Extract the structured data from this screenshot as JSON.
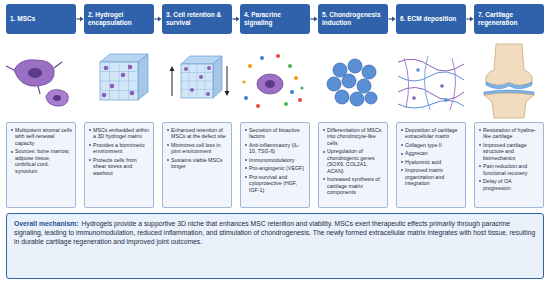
{
  "diagram": {
    "nodes": [
      {
        "text": [
          "1. MSCs"
        ]
      },
      {
        "text": [
          "2. Hydrogel encapsulation"
        ]
      },
      {
        "text": [
          "3. Cell retention & survival"
        ]
      },
      {
        "text": [
          "4. Paracrine signaling"
        ]
      },
      {
        "text": [
          "5. Chondrogenesis induction"
        ]
      },
      {
        "text": [
          "6. ECM deposition"
        ]
      },
      {
        "text": [
          "7. Cartilage regeneration"
        ]
      },
      {
        "text": [
          "Multipotent stromal cells with self-renewal capacity",
          "Sources: bone marrow, adipose tissue, umbilical cord, synovium"
        ]
      },
      {
        "text": [
          "MSCs embedded within a 3D hydrogel matrix",
          "Provides a biomimetic environment",
          "Protects cells from shear stress and washout"
        ]
      },
      {
        "text": [
          "Enhanced retention of MSCs at the defect site",
          "Minimizes cell loss in joint environment",
          "Sustains viable MSCs longer"
        ]
      },
      {
        "text": [
          "Secretion of bioactive factors",
          "Anti-inflammatory (IL-10, TSG-6)",
          "Immunomodulatory",
          "Pro-angiogenic (VEGF)",
          "Pro-survival and cytoprotective (HGF, IGF-1)"
        ]
      },
      {
        "text": [
          "Differentiation of MSCs into chondrocyte-like cells",
          "Upregulation of chondrogenic genes (SOX9, COL2A1, ACAN)",
          "Increased synthesis of cartilage matrix components"
        ]
      },
      {
        "text": [
          "Deposition of cartilage extracellular matrix",
          "Collagen type II",
          "Aggrecan",
          "Hyaluronic acid",
          "Improved matrix organization and integration"
        ]
      },
      {
        "text": [
          "Restoration of hyaline-like cartilage",
          "Improved cartilage structure and biomechanics",
          "Pain reduction and functional recovery",
          "Delay of OA progression"
        ]
      },
      {
        "text": [
          "Overall mechanism:",
          "Hydrogels provide a supportive 3D niche that enhances MSC retention and viability. MSCs exert therapeutic effects primarily through paracrine signaling, leading to immunomodulation, reduced inflammation, and stimulation of chondrogenesis. The newly formed extracellular matrix integrates with host tissue, resulting in durable cartilage regeneration and improved joint outcomes."
        ]
      }
    ],
    "edges": [
      {
        "from": 0,
        "to": 1,
        "arrow": "to"
      },
      {
        "from": 1,
        "to": 2,
        "arrow": "to"
      },
      {
        "from": 2,
        "to": 3,
        "arrow": "to"
      },
      {
        "from": 3,
        "to": 4,
        "arrow": "to"
      },
      {
        "from": 4,
        "to": 5,
        "arrow": "to"
      },
      {
        "from": 5,
        "to": 6,
        "arrow": "to"
      }
    ]
  }
}
